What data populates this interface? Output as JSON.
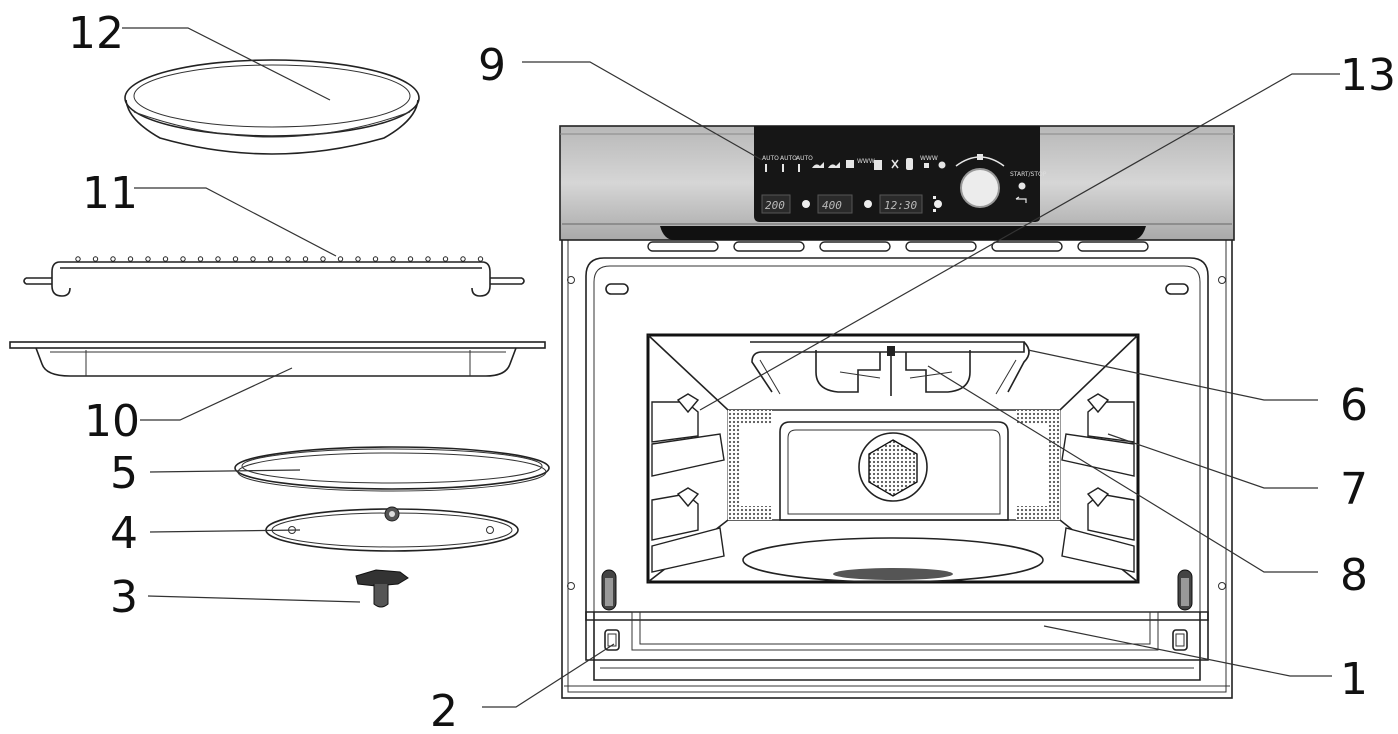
{
  "labels": {
    "l1": "1",
    "l2": "2",
    "l3": "3",
    "l4": "4",
    "l5": "5",
    "l6": "6",
    "l7": "7",
    "l8": "8",
    "l9": "9",
    "l10": "10",
    "l11": "11",
    "l12": "12",
    "l13": "13"
  },
  "panel": {
    "display_temp": "200",
    "display_power": "400",
    "display_time": "12:30",
    "start_stop": "START/STOP"
  }
}
